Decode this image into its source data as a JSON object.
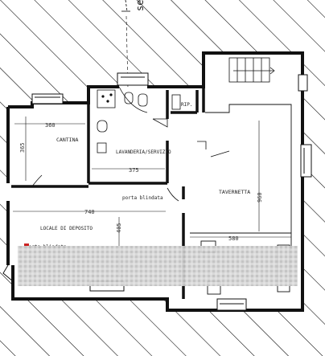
{
  "plan": {
    "north_marker": "se",
    "rooms": {
      "cantina": "CANTINA",
      "lavanderia": "LAVANDERIA/SERVIZIO",
      "rip": "RIP.",
      "tavernetta": "TAVERNETTA",
      "deposito": "LOCALE DI DEPOSITO"
    },
    "doors": {
      "porta_blindata_1": "porta blindata",
      "porta_blindata_2": "porta blindata"
    },
    "dimensions": {
      "cantina_width": "360",
      "cantina_height": "365",
      "lavanderia_width": "375",
      "deposito_width": "740",
      "deposito_height": "405",
      "tavernetta_width": "580",
      "tavernetta_height": "960"
    },
    "colors": {
      "wall": "#111111",
      "hatch": "#000000",
      "blur": "#b5b5b5",
      "accent_red": "#cc2222"
    }
  }
}
